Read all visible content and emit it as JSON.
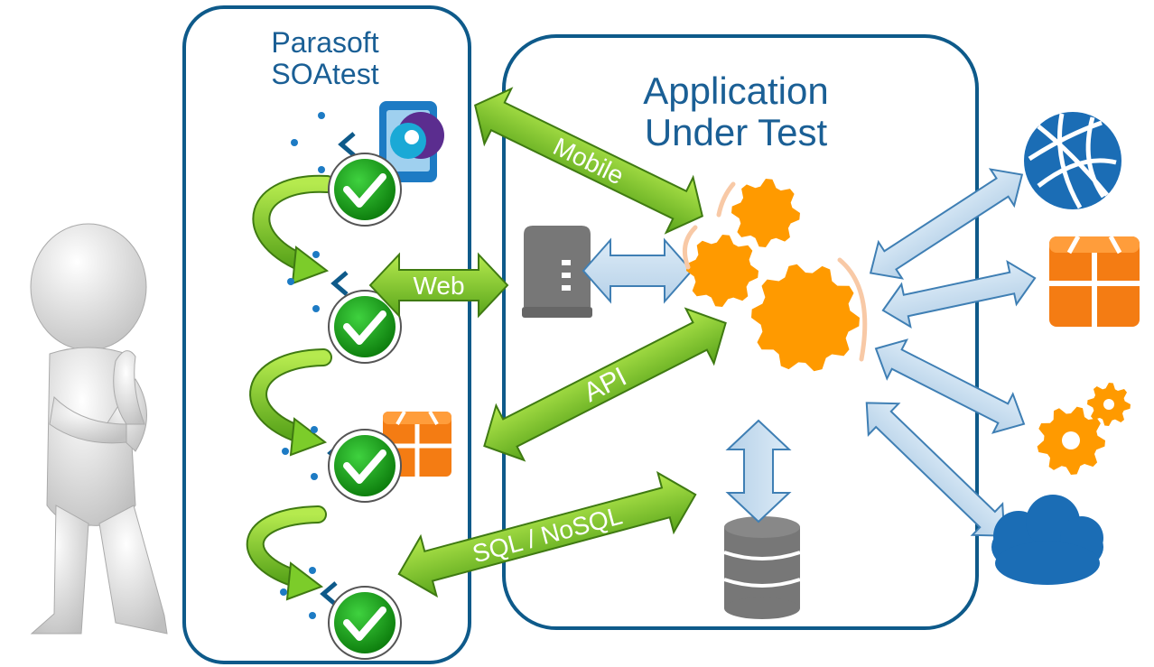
{
  "soatest": {
    "title_line1": "Parasoft",
    "title_line2": "SOAtest"
  },
  "aut": {
    "title_line1": "Application",
    "title_line2": "Under Test"
  },
  "connections": {
    "mobile": "Mobile",
    "web": "Web",
    "api": "API",
    "sql": "SQL / NoSQL"
  },
  "colors": {
    "panel_border": "#0e5a8a",
    "title": "#1a5f95",
    "green_arrow": "#7ccc2a",
    "blue_arrow": "#c9dff0",
    "gear": "#ff9a00",
    "check": "#17a017"
  },
  "icons": {
    "person": "thinking-person-icon",
    "mobile": "mobile-device-icon",
    "server": "web-server-icon",
    "database": "database-icon",
    "globe": "globe-icon",
    "package": "package-icon",
    "gears": "gears-icon",
    "cloud": "cloud-icon"
  }
}
